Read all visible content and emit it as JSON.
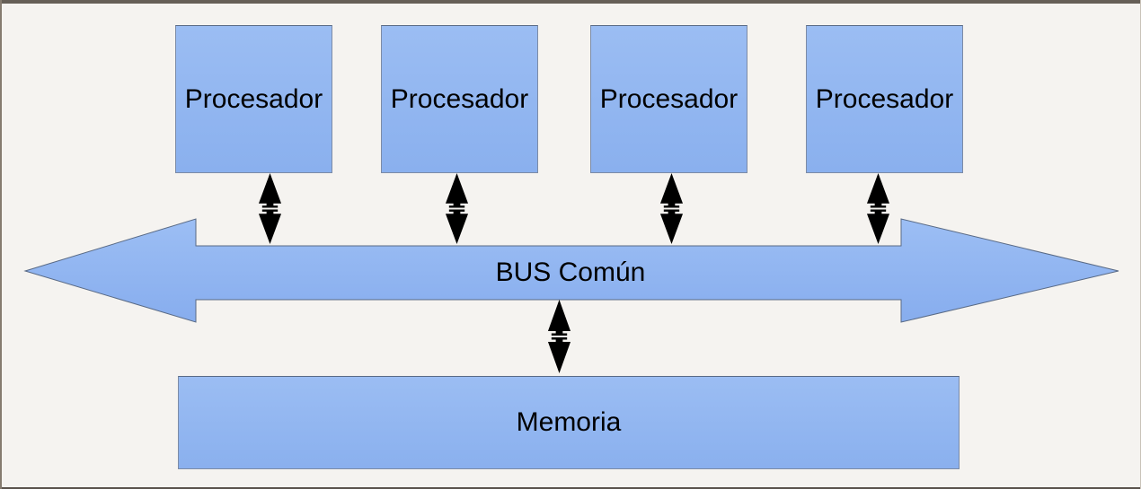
{
  "diagram": {
    "nodes": {
      "processors": [
        {
          "id": "procesador-1",
          "label": "Procesador"
        },
        {
          "id": "procesador-2",
          "label": "Procesador"
        },
        {
          "id": "procesador-3",
          "label": "Procesador"
        },
        {
          "id": "procesador-4",
          "label": "Procesador"
        }
      ],
      "bus": {
        "id": "bus",
        "label": "BUS Común"
      },
      "memory": {
        "id": "memoria",
        "label": "Memoria"
      }
    },
    "connections": [
      {
        "from": "procesador-1",
        "to": "bus",
        "direction": "bidirectional"
      },
      {
        "from": "procesador-2",
        "to": "bus",
        "direction": "bidirectional"
      },
      {
        "from": "procesador-3",
        "to": "bus",
        "direction": "bidirectional"
      },
      {
        "from": "procesador-4",
        "to": "bus",
        "direction": "bidirectional"
      },
      {
        "from": "bus",
        "to": "memoria",
        "direction": "bidirectional"
      }
    ],
    "colors": {
      "shape_fill": "#8fb5f0",
      "shape_fill_light": "#9bbdf3",
      "shape_border": "#6a7b9b",
      "connector": "#000000",
      "text": "#000000",
      "background": "#f5f3f0",
      "frame": "#665f57"
    }
  }
}
